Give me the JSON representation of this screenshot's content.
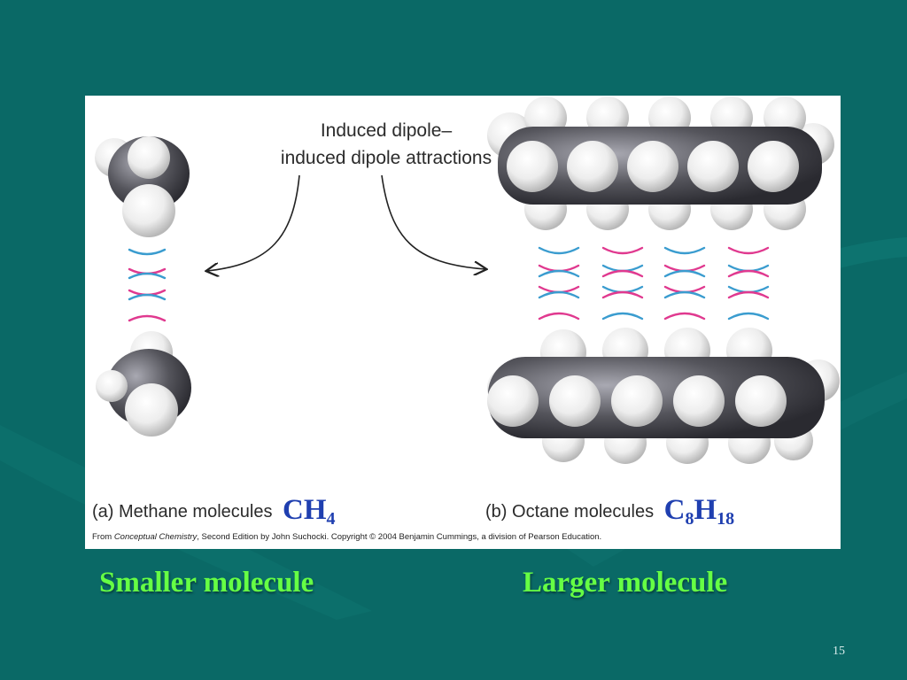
{
  "slide": {
    "background_color": "#0a6966",
    "slide_number": "15"
  },
  "figure": {
    "callout_line1": "Induced dipole–",
    "callout_line2": "induced dipole attractions",
    "panel_a": {
      "letter": "(a)",
      "label": "Methane molecules",
      "formula": {
        "c": "CH",
        "sub1": "4"
      }
    },
    "panel_b": {
      "letter": "(b)",
      "label": "Octane molecules",
      "formula": {
        "c": "C",
        "sub1": "8",
        "h": "H",
        "sub2": "18"
      }
    },
    "credit": {
      "prefix": "From ",
      "book": "Conceptual Chemistry",
      "suffix": ", Second Edition by John Suchocki. Copyright © 2004 Benjamin Cummings, a division of Pearson Education."
    },
    "colors": {
      "pink": "#e0398f",
      "blue": "#3a9ccf",
      "carbon": "#4a4a52"
    }
  },
  "captions": {
    "left": "Smaller molecule",
    "right": "Larger molecule",
    "color": "#66ff44"
  }
}
